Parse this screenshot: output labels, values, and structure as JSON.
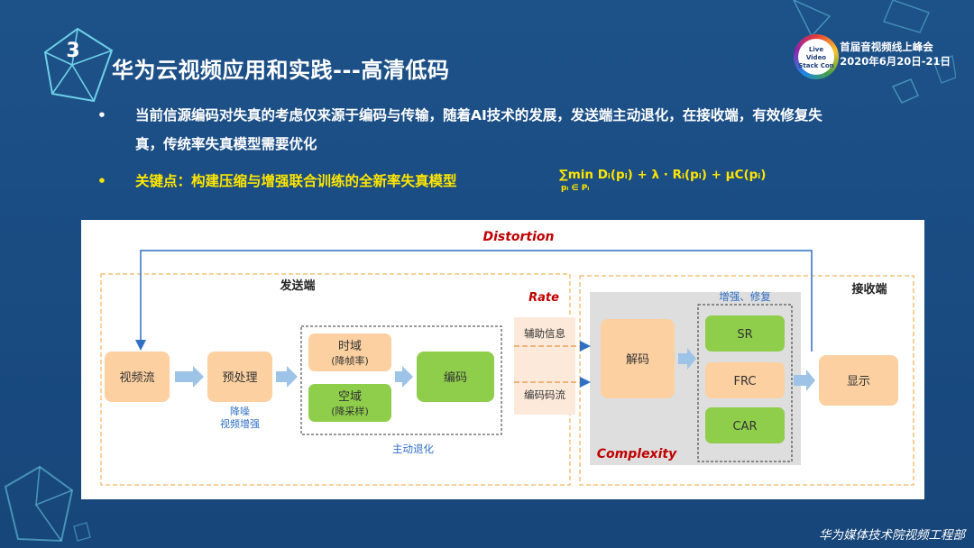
{
  "slide": {
    "number": "3",
    "title": "华为云视频应用和实践---高清低码"
  },
  "conference": {
    "logo_text": [
      "Live Video",
      "Stack Con"
    ],
    "name": "首届音视频线上峰会",
    "date": "2020年6月20日-21日"
  },
  "bullets": [
    {
      "text": "当前信源编码对失真的考虑仅来源于编码与传输，随着AI技术的发展，发送端主动退化，在接收端，有效修复失真，传统率失真模型需要优化"
    },
    {
      "text": "关键点：构建压缩与增强联合训练的全新率失真模型"
    }
  ],
  "formula": {
    "main": "∑min   Dᵢ(pᵢ) + λ · Rᵢ(pᵢ) + μC(pᵢ)",
    "sub": "pᵢ ∈ Pᵢ"
  },
  "diagram": {
    "distortion_label": "Distortion",
    "rate_label": "Rate",
    "complexity_label": "Complexity",
    "sender_label": "发送端",
    "receiver_label": "接收端",
    "enhance_label": "增强、修复",
    "active_degrade_label": "主动退化",
    "video_stream": "视频流",
    "preprocess": "预处理",
    "preprocess_note": [
      "降噪",
      "视频增强"
    ],
    "temporal": [
      "时域",
      "(降帧率)"
    ],
    "spatial": [
      "空域",
      "(降采样)"
    ],
    "encode": "编码",
    "aux_info": "辅助信息",
    "bitstream": "编码码流",
    "decode": "解码",
    "sr": "SR",
    "frc": "FRC",
    "car": "CAR",
    "display": "显示"
  },
  "footer": "华为媒体技术院视频工程部",
  "colors": {
    "background": "#1b4c82",
    "highlight": "#ffe600",
    "box_orange": "#fcd0a0",
    "box_green": "#8fce4a",
    "arrow_blue": "#9dc3e6",
    "label_red": "#c00000",
    "label_blue": "#2f6fc4"
  }
}
